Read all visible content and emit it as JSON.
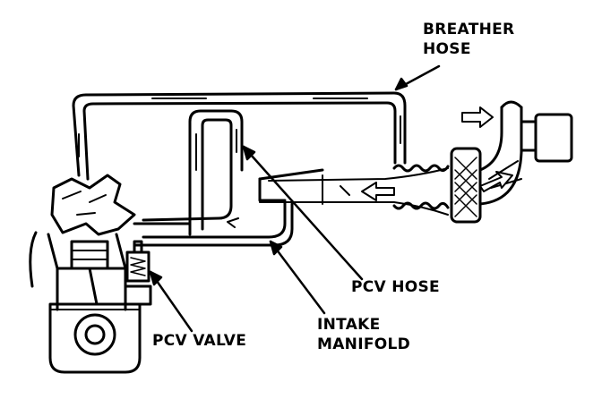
{
  "labels": {
    "breather_hose": [
      "BREATHER",
      "HOSE"
    ],
    "pcv_hose": "PCV HOSE",
    "intake_manifold": [
      "INTAKE",
      "MANIFOLD"
    ],
    "pcv_valve": "PCV VALVE"
  },
  "colors": {
    "ink": "#000000",
    "paper": "#ffffff"
  }
}
